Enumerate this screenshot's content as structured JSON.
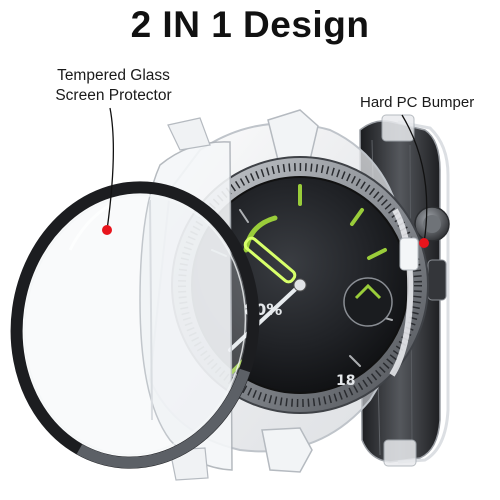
{
  "headline": "2 IN 1 Design",
  "callouts": {
    "glass_line1": "Tempered Glass",
    "glass_line2": "Screen Protector",
    "bumper": "Hard PC Bumper"
  },
  "watch_face": {
    "battery": "80%",
    "hour_marker": "18"
  },
  "colors": {
    "callout_dot": "#e8141c",
    "accent": "#9acd3a"
  }
}
